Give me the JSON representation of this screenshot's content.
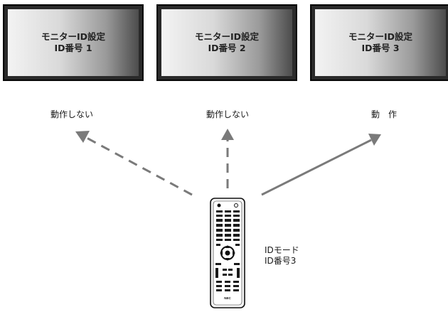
{
  "monitors": [
    {
      "line1": "モニターID設定",
      "line2": "ID番号 1"
    },
    {
      "line1": "モニターID設定",
      "line2": "ID番号 2"
    },
    {
      "line1": "モニターID設定",
      "line2": "ID番号 3"
    }
  ],
  "status": [
    "動作しない",
    "動作しない",
    "動　作"
  ],
  "remote": {
    "mode_label": "IDモード",
    "id_label": "ID番号3",
    "brand": "NEC"
  },
  "colors": {
    "arrow": "#7a7a7a",
    "bezel": "#2a2a2a"
  }
}
